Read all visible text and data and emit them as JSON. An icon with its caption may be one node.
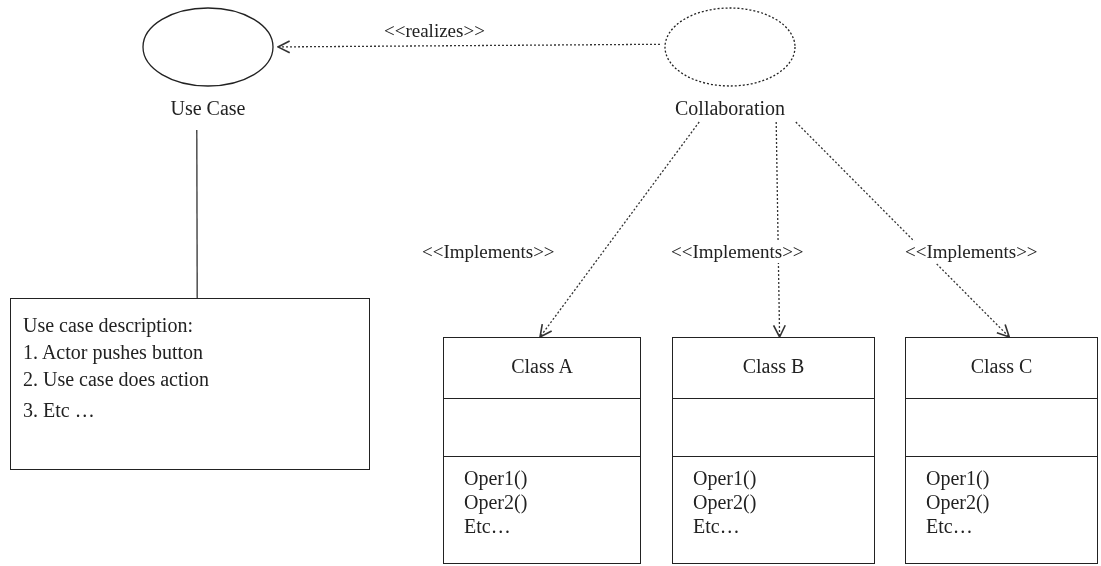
{
  "diagram": {
    "nodes": [
      {
        "text": [
          "Use Case"
        ]
      },
      {
        "text": [
          "Collaboration"
        ]
      },
      {
        "text": [
          "Use case description:",
          "1. Actor pushes button",
          "2. Use case does action",
          "3. Etc …"
        ]
      },
      {
        "text": [
          "Class A",
          "Oper1()",
          "Oper2()",
          "Etc…"
        ]
      },
      {
        "text": [
          "Class B",
          "Oper1()",
          "Oper2()",
          "Etc…"
        ]
      },
      {
        "text": [
          "Class C",
          "Oper1()",
          "Oper2()",
          "Etc…"
        ]
      }
    ],
    "edges": [
      {
        "from": 1,
        "to": 0,
        "arrow": "to",
        "label": "<<realizes>>",
        "style": "dashed"
      },
      {
        "from": 0,
        "to": 2,
        "arrow": "none"
      },
      {
        "from": 1,
        "to": 3,
        "arrow": "to",
        "label": "<<Implements>>",
        "style": "dashed"
      },
      {
        "from": 1,
        "to": 4,
        "arrow": "to",
        "label": "<<Implements>>",
        "style": "dashed"
      },
      {
        "from": 1,
        "to": 5,
        "arrow": "to",
        "label": "<<Implements>>",
        "style": "dashed"
      }
    ]
  }
}
